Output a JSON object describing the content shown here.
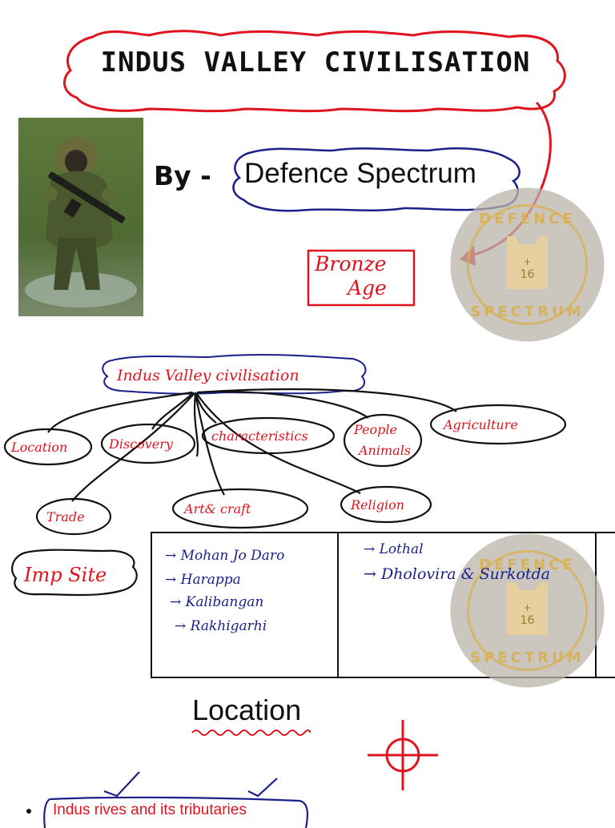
{
  "header": {
    "title": "INDUS VALLEY CIVILISATION"
  },
  "byline": {
    "prefix": "By -",
    "author": "Defence Spectrum"
  },
  "tag": {
    "line1": "Bronze",
    "line2": "Age"
  },
  "watermark": {
    "top": "DEFENCE",
    "bottom": "SPECTRUM",
    "number": "16",
    "plus": "+"
  },
  "mindmap": {
    "root": "Indus Valley civilisation",
    "nodes": {
      "location": "Location",
      "discovery": "Discovery",
      "characteristics": "characteristics",
      "people_line1": "People",
      "people_line2": "Animals",
      "agriculture": "Agriculture",
      "trade": "Trade",
      "art": "Art& craft",
      "religion": "Religion"
    }
  },
  "imp_site": {
    "label": "Imp Site",
    "col1": [
      "→ Mohan Jo Daro",
      "→ Harappa",
      "→ Kalibangan",
      "→ Rakhigarhi"
    ],
    "col2": [
      "→ Lothal",
      "→ Dholovira & Surkotda"
    ]
  },
  "location_section": {
    "heading": "Location",
    "bullet": "Indus rives and its tributaries"
  },
  "colors": {
    "red": "#e0141e",
    "blue": "#1a1f8a",
    "ink": "#111111",
    "watermark": "#bdb3a0"
  }
}
